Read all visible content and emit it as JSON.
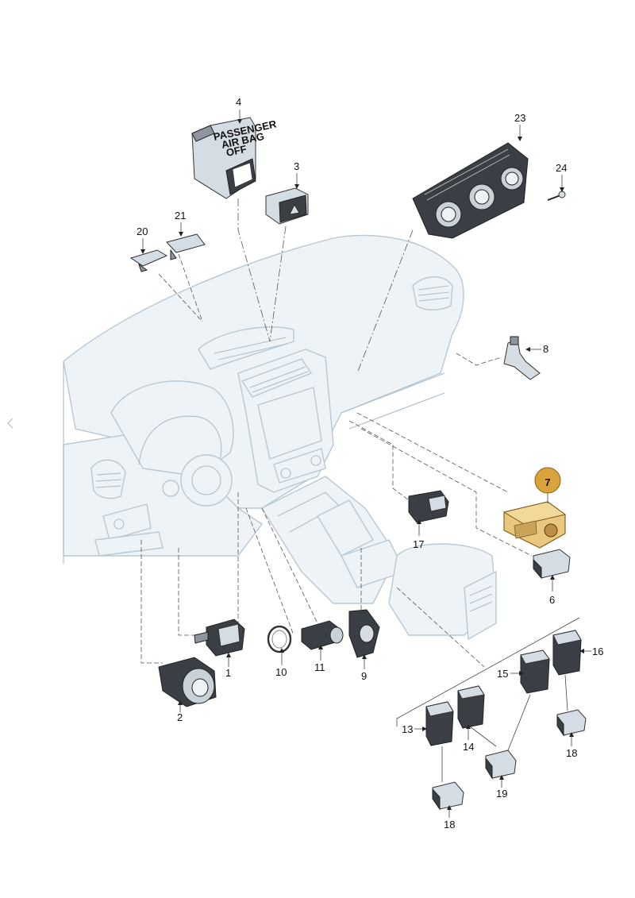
{
  "switch4_text": [
    "PASSENGER",
    "AIR BAG",
    "OFF"
  ],
  "highlight": {
    "part": "7",
    "fill": "#e9c77e",
    "badge_color": "#d9a23a"
  },
  "labels": {
    "p1": "1",
    "p2": "2",
    "p3": "3",
    "p4": "4",
    "p6": "6",
    "p7": "7",
    "p8": "8",
    "p9": "9",
    "p10": "10",
    "p11": "11",
    "p13": "13",
    "p14": "14",
    "p15": "15",
    "p16": "16",
    "p17": "17",
    "p18a": "18",
    "p18b": "18",
    "p19": "19",
    "p20": "20",
    "p21": "21",
    "p23": "23",
    "p24": "24"
  }
}
